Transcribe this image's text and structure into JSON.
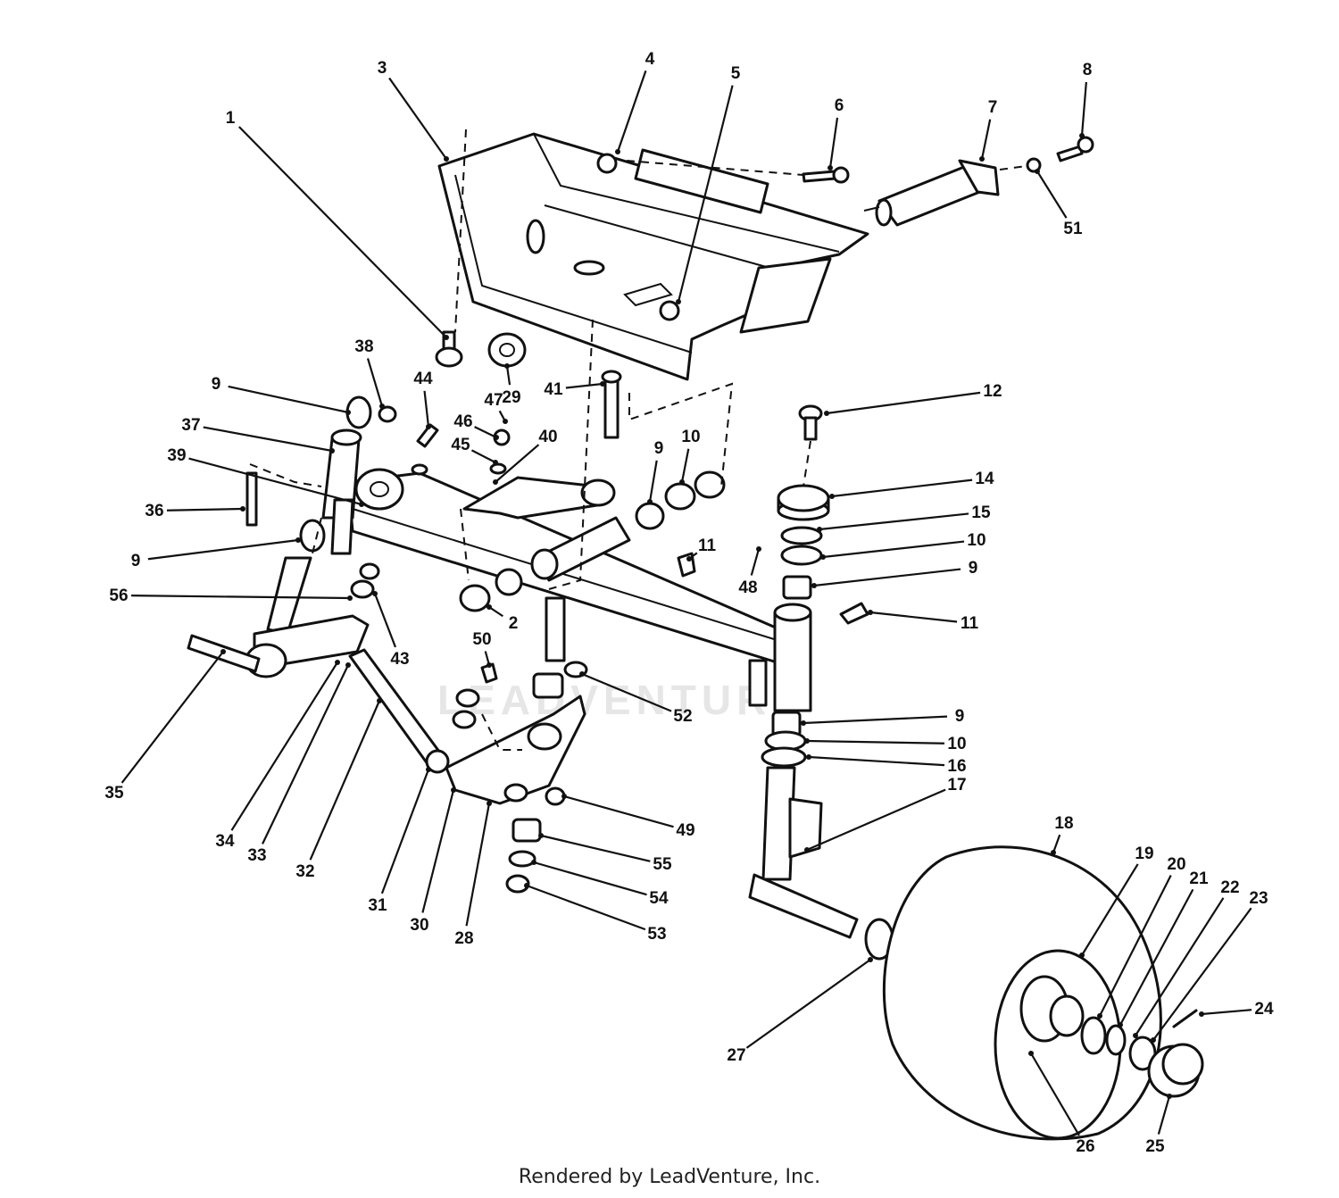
{
  "footer": {
    "credit": "Rendered by LeadVenture, Inc."
  },
  "watermark": {
    "text": "LEADVENTURE"
  },
  "callouts": [
    {
      "label": "1"
    },
    {
      "label": "2"
    },
    {
      "label": "3"
    },
    {
      "label": "4"
    },
    {
      "label": "5"
    },
    {
      "label": "6"
    },
    {
      "label": "7"
    },
    {
      "label": "8"
    },
    {
      "label": "9"
    },
    {
      "label": "9"
    },
    {
      "label": "9"
    },
    {
      "label": "9"
    },
    {
      "label": "9"
    },
    {
      "label": "10"
    },
    {
      "label": "10"
    },
    {
      "label": "10"
    },
    {
      "label": "11"
    },
    {
      "label": "11"
    },
    {
      "label": "12"
    },
    {
      "label": "14"
    },
    {
      "label": "15"
    },
    {
      "label": "16"
    },
    {
      "label": "17"
    },
    {
      "label": "18"
    },
    {
      "label": "19"
    },
    {
      "label": "20"
    },
    {
      "label": "21"
    },
    {
      "label": "22"
    },
    {
      "label": "23"
    },
    {
      "label": "24"
    },
    {
      "label": "25"
    },
    {
      "label": "26"
    },
    {
      "label": "27"
    },
    {
      "label": "28"
    },
    {
      "label": "29"
    },
    {
      "label": "30"
    },
    {
      "label": "31"
    },
    {
      "label": "32"
    },
    {
      "label": "33"
    },
    {
      "label": "34"
    },
    {
      "label": "35"
    },
    {
      "label": "36"
    },
    {
      "label": "37"
    },
    {
      "label": "38"
    },
    {
      "label": "39"
    },
    {
      "label": "40"
    },
    {
      "label": "41"
    },
    {
      "label": "43"
    },
    {
      "label": "44"
    },
    {
      "label": "45"
    },
    {
      "label": "46"
    },
    {
      "label": "47"
    },
    {
      "label": "48"
    },
    {
      "label": "49"
    },
    {
      "label": "50"
    },
    {
      "label": "51"
    },
    {
      "label": "52"
    },
    {
      "label": "53"
    },
    {
      "label": "54"
    },
    {
      "label": "55"
    },
    {
      "label": "56"
    }
  ]
}
